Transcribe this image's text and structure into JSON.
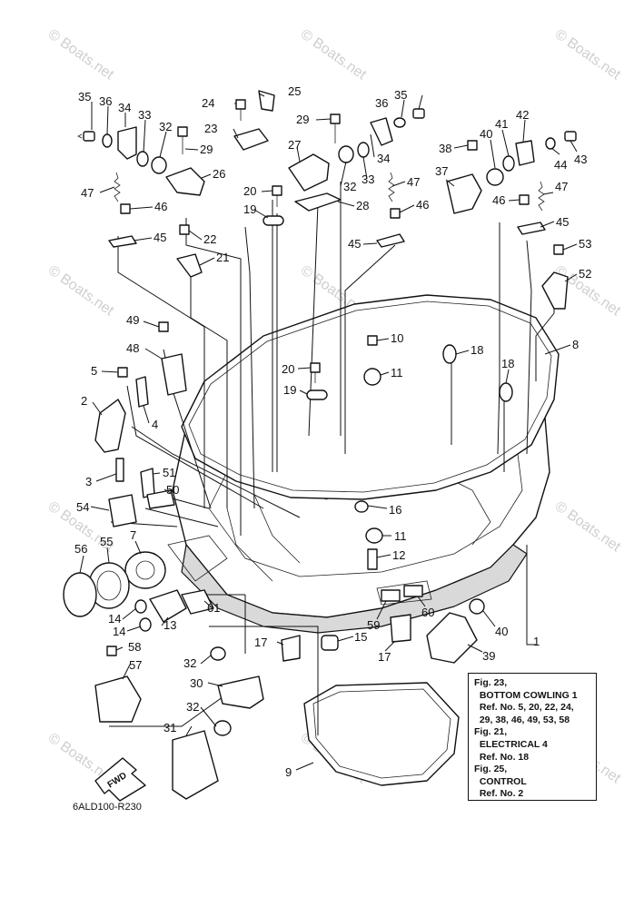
{
  "watermark": {
    "text": "© Boats.net"
  },
  "callouts": {
    "c1": "1",
    "c2": "2",
    "c3": "3",
    "c4": "4",
    "c5": "5",
    "c7": "7",
    "c8": "8",
    "c9": "9",
    "c10": "10",
    "c11a": "11",
    "c11b": "11",
    "c12": "12",
    "c13": "13",
    "c14a": "14",
    "c14b": "14",
    "c15": "15",
    "c16": "16",
    "c17a": "17",
    "c17b": "17",
    "c18a": "18",
    "c18b": "18",
    "c19a": "19",
    "c19b": "19",
    "c20a": "20",
    "c20b": "20",
    "c21": "21",
    "c22": "22",
    "c23": "23",
    "c24": "24",
    "c25": "25",
    "c26": "26",
    "c27": "27",
    "c28": "28",
    "c29a": "29",
    "c29b": "29",
    "c30": "30",
    "c31": "31",
    "c32a": "32",
    "c32b": "32",
    "c32c": "32",
    "c32d": "32",
    "c33a": "33",
    "c33b": "33",
    "c34a": "34",
    "c34b": "34",
    "c35a": "35",
    "c35b": "35",
    "c36a": "36",
    "c36b": "36",
    "c37": "37",
    "c38": "38",
    "c39": "39",
    "c40a": "40",
    "c40b": "40",
    "c41": "41",
    "c42": "42",
    "c43": "43",
    "c44": "44",
    "c45a": "45",
    "c45b": "45",
    "c45c": "45",
    "c46a": "46",
    "c46b": "46",
    "c46c": "46",
    "c47a": "47",
    "c47b": "47",
    "c47c": "47",
    "c48": "48",
    "c49": "49",
    "c50": "50",
    "c51": "51",
    "c52": "52",
    "c53": "53",
    "c54": "54",
    "c55": "55",
    "c56": "56",
    "c57": "57",
    "c58": "58",
    "c59": "59",
    "c60": "60",
    "c61": "61"
  },
  "fwd_label": "FWD",
  "legend": {
    "lines": [
      "Fig. 23,",
      "  BOTTOM COWLING 1",
      "  Ref. No. 5, 20, 22, 24,",
      "  29, 38, 46, 49, 53, 58",
      "Fig. 21,",
      "  ELECTRICAL 4",
      "  Ref. No. 18",
      "Fig. 25,",
      "  CONTROL",
      "  Ref. No. 2"
    ]
  },
  "drawing_code": "6ALD100-R230"
}
